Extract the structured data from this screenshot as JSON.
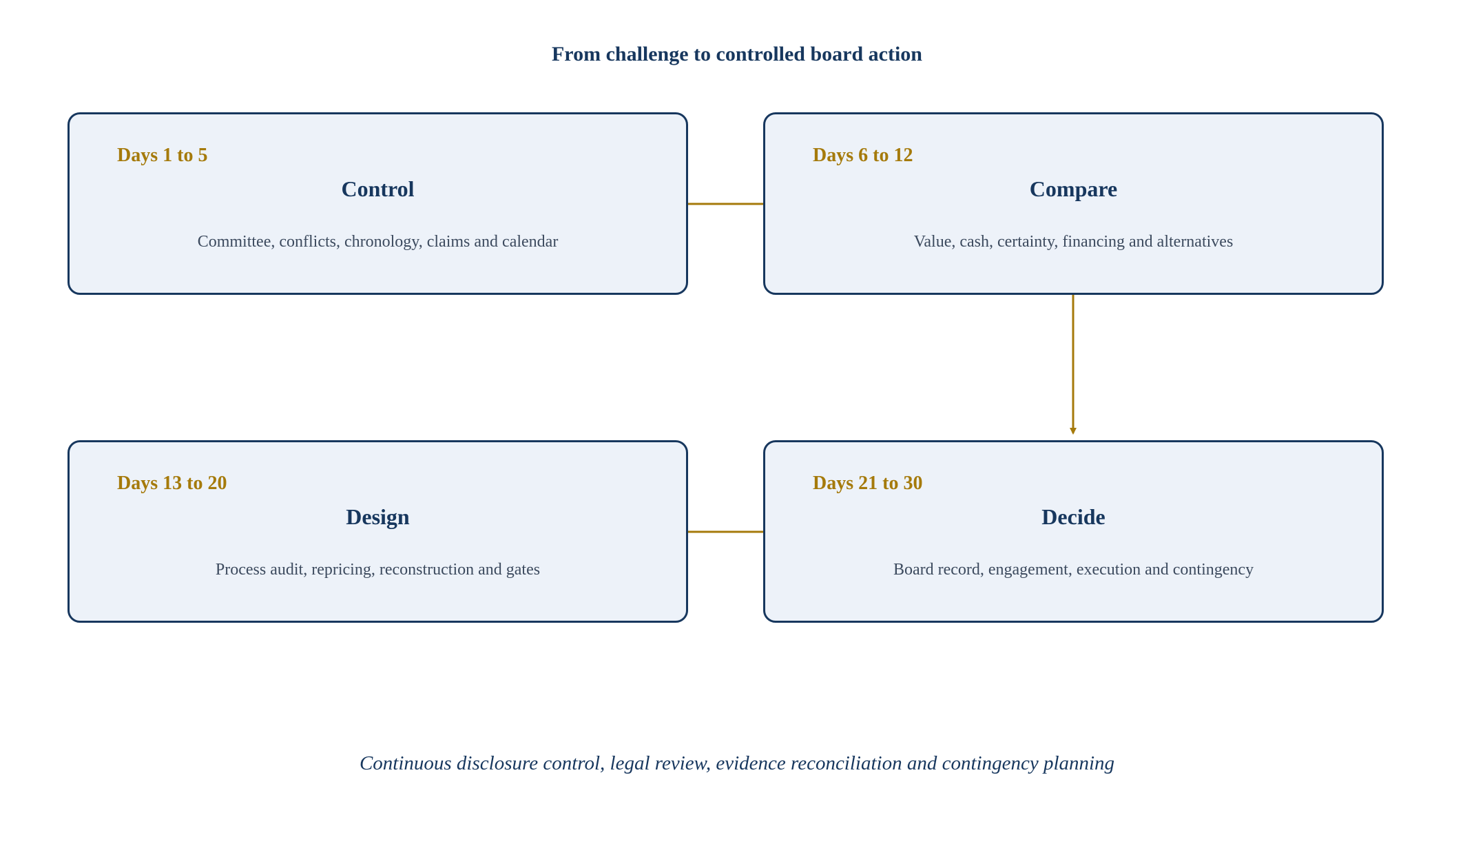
{
  "title": "From challenge to controlled board action",
  "colors": {
    "navy": "#17375e",
    "gold": "#a57a0b",
    "box_fill": "#edf2f9",
    "body_text": "#3c4a5e"
  },
  "stages": [
    {
      "days": "Days 1 to 5",
      "heading": "Control",
      "description": "Committee, conflicts, chronology, claims and calendar"
    },
    {
      "days": "Days 6 to 12",
      "heading": "Compare",
      "description": "Value, cash, certainty, financing and alternatives"
    },
    {
      "days": "Days 13 to 20",
      "heading": "Design",
      "description": "Process audit, repricing, reconstruction and gates"
    },
    {
      "days": "Days 21 to 30",
      "heading": "Decide",
      "description": "Board record, engagement, execution and contingency"
    }
  ],
  "connections": [
    {
      "from": "Control",
      "to": "Compare"
    },
    {
      "from": "Compare",
      "to": "Decide"
    },
    {
      "from": "Design",
      "to": "Decide"
    }
  ],
  "footer": "Continuous disclosure control, legal review, evidence reconciliation and contingency planning"
}
